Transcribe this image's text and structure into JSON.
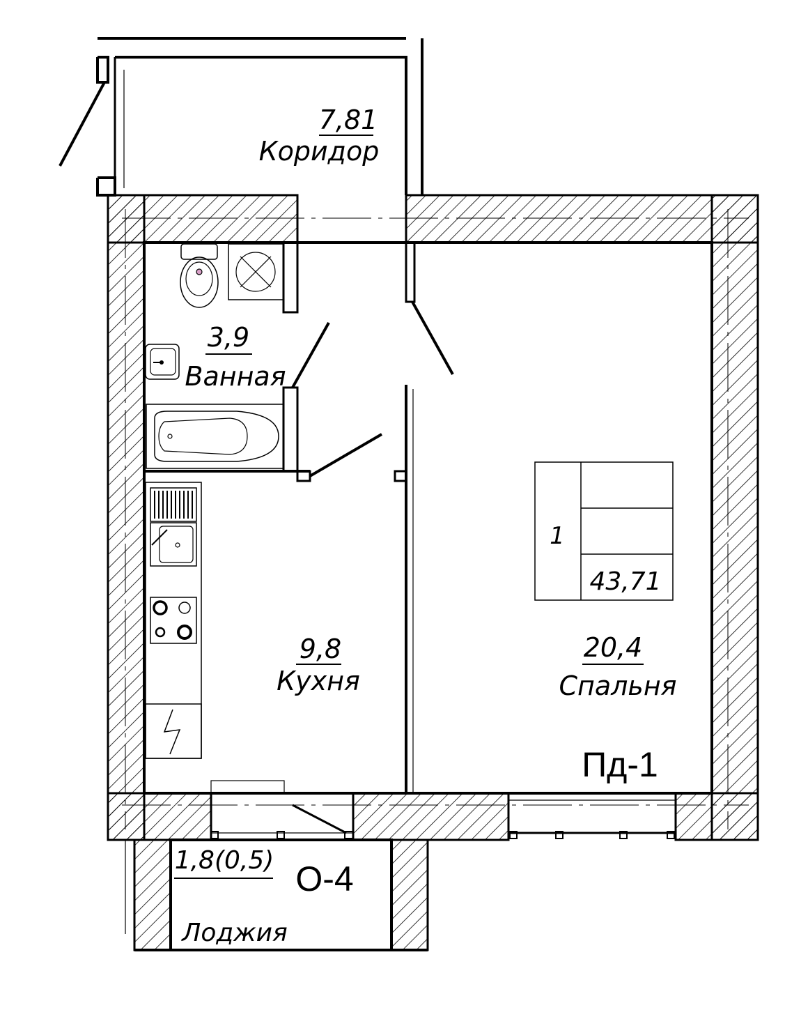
{
  "rooms": {
    "corridor": {
      "area": "7,81",
      "name": "Коридор"
    },
    "bathroom": {
      "area": "3,9",
      "name": "Ванная"
    },
    "kitchen": {
      "area": "9,8",
      "name": "Кухня"
    },
    "bedroom": {
      "area": "20,4",
      "name": "Спальня"
    },
    "loggia": {
      "area": "1,8(0,5)",
      "name": "Лоджия"
    }
  },
  "apartment_tag": {
    "rooms_count": "1",
    "total_area": "43,71"
  },
  "marks": {
    "door": "Пд-1",
    "window": "О-4"
  },
  "colors": {
    "line": "#000000",
    "hatch": "#000000",
    "background": "#ffffff"
  }
}
